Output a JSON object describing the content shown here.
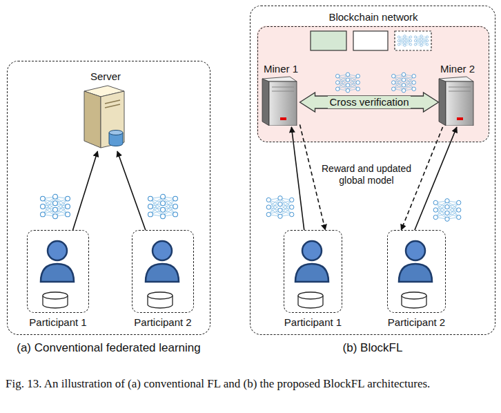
{
  "diagram": {
    "caption": "Fig. 13. An illustration of (a) conventional FL and (b) the proposed BlockFL architectures.",
    "nodes": [
      {
        "text": [
          "(a) Conventional federated learning"
        ]
      },
      {
        "text": [
          "Server"
        ],
        "in": 0
      },
      {
        "text": [
          "Participant 1"
        ],
        "in": 0
      },
      {
        "text": [
          "Participant 2"
        ],
        "in": 0
      },
      {
        "text": [
          "(b) BlockFL"
        ]
      },
      {
        "text": [
          "Blockchain network"
        ],
        "in": 4
      },
      {
        "text": [
          "Miner 1"
        ],
        "in": 5
      },
      {
        "text": [
          "Miner 2"
        ],
        "in": 5
      },
      {
        "text": [
          "Participant 1"
        ],
        "in": 4
      },
      {
        "text": [
          "Participant 2"
        ],
        "in": 4
      }
    ],
    "edges": [
      {
        "from": 2,
        "to": 1,
        "arrow": "to"
      },
      {
        "from": 3,
        "to": 1,
        "arrow": "to"
      },
      {
        "from": 6,
        "to": 7,
        "label": "Cross verification",
        "arrow": "both"
      },
      {
        "from": 8,
        "to": 6,
        "arrow": "to"
      },
      {
        "from": 6,
        "to": 8,
        "label": "Reward and updated global model",
        "arrow": "to"
      },
      {
        "from": 9,
        "to": 7,
        "arrow": "to"
      },
      {
        "from": 7,
        "to": 9,
        "arrow": "to"
      }
    ]
  }
}
